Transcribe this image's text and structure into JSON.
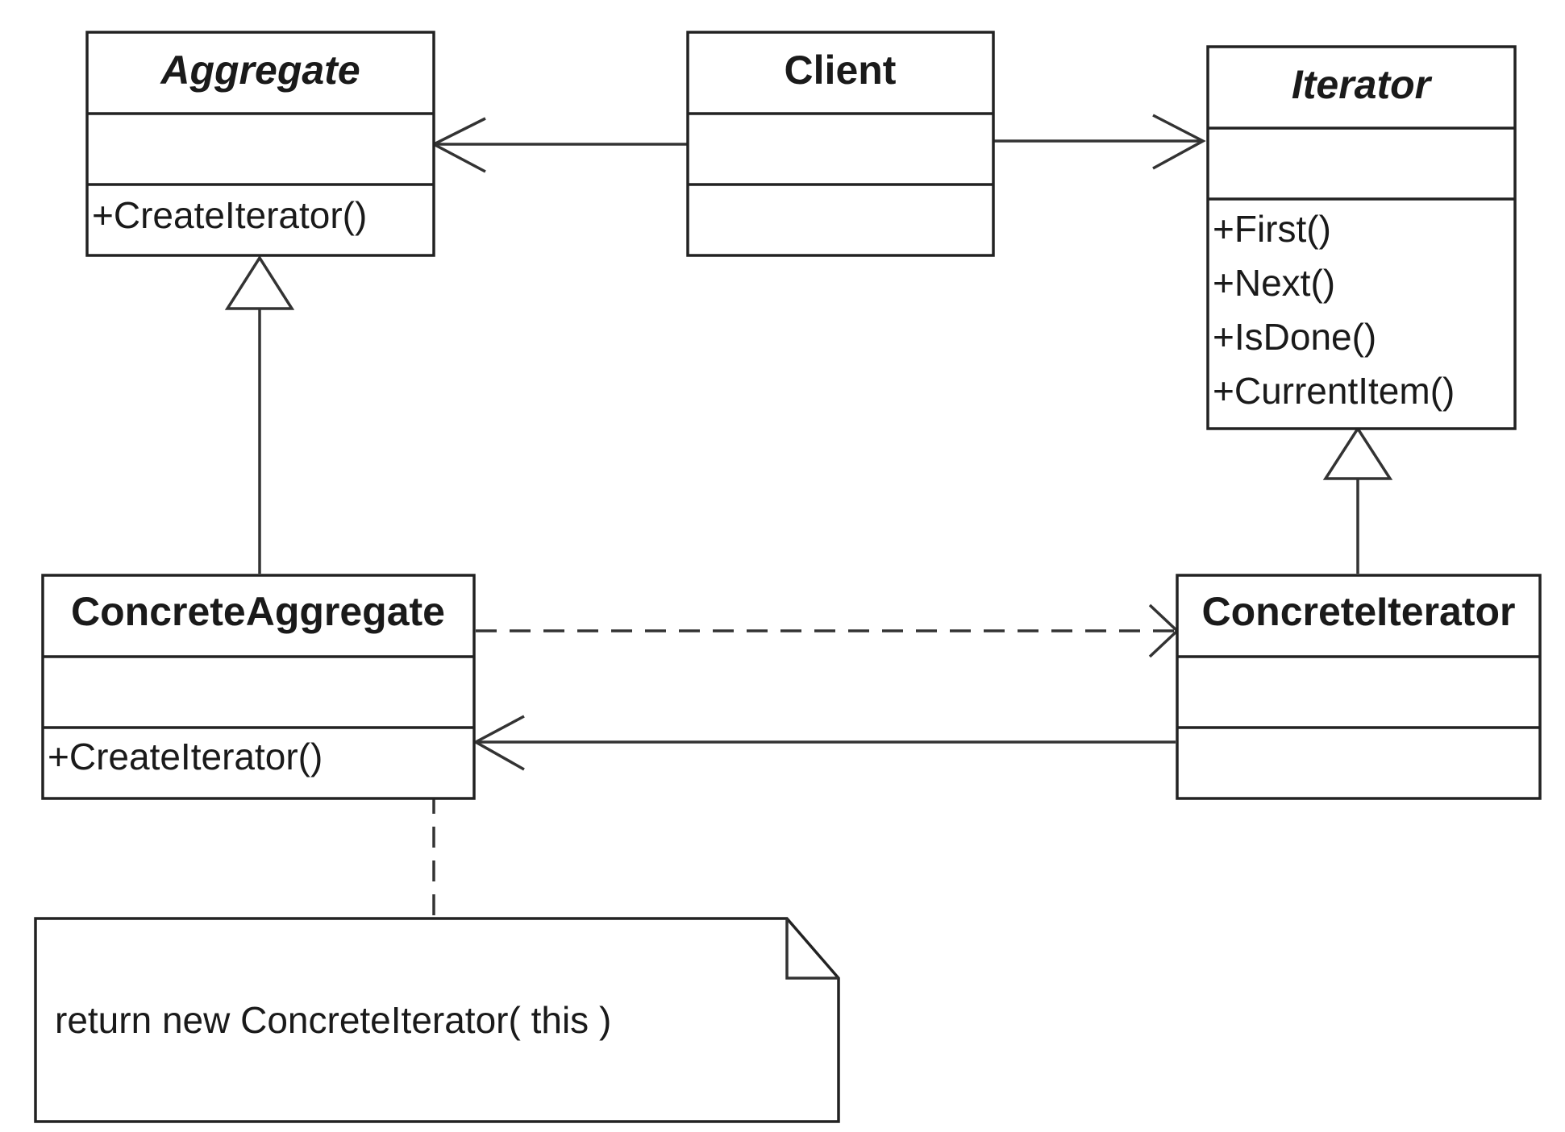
{
  "classes": {
    "aggregate": {
      "name": "Aggregate",
      "abstract": true,
      "operations": [
        "+CreateIterator()"
      ]
    },
    "client": {
      "name": "Client",
      "abstract": false,
      "operations": []
    },
    "iterator": {
      "name": "Iterator",
      "abstract": true,
      "operations": [
        "+First()",
        "+Next()",
        "+IsDone()",
        "+CurrentItem()"
      ]
    },
    "concrete_aggregate": {
      "name": "ConcreteAggregate",
      "abstract": false,
      "operations": [
        "+CreateIterator()"
      ]
    },
    "concrete_iterator": {
      "name": "ConcreteIterator",
      "abstract": false,
      "operations": []
    }
  },
  "relationships": [
    {
      "from": "Client",
      "to": "Aggregate",
      "kind": "association"
    },
    {
      "from": "Client",
      "to": "Iterator",
      "kind": "association"
    },
    {
      "from": "ConcreteAggregate",
      "to": "Aggregate",
      "kind": "generalization"
    },
    {
      "from": "ConcreteIterator",
      "to": "Iterator",
      "kind": "generalization"
    },
    {
      "from": "ConcreteAggregate",
      "to": "ConcreteIterator",
      "kind": "dependency"
    },
    {
      "from": "ConcreteIterator",
      "to": "ConcreteAggregate",
      "kind": "association"
    }
  ],
  "note": {
    "text": "return new ConcreteIterator( this )",
    "attached_to": "ConcreteAggregate.CreateIterator"
  },
  "colors": {
    "line": "#333333",
    "text": "#1a1a1a",
    "fill": "#ffffff"
  }
}
